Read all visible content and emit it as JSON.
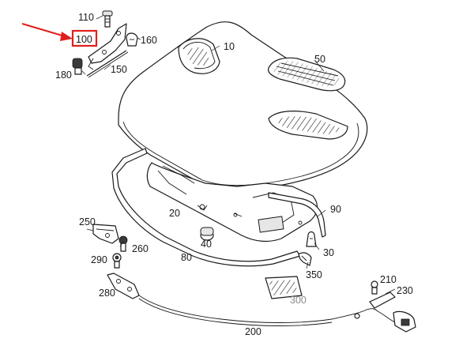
{
  "diagram": {
    "highlight_color": "#e0201c",
    "highlighted_callout": "100",
    "callouts": {
      "c110": "110",
      "c100": "100",
      "c160": "160",
      "c180": "180",
      "c150": "150",
      "c10": "10",
      "c50": "50",
      "c20": "20",
      "c90": "90",
      "c250": "250",
      "c260": "260",
      "c40": "40",
      "c30": "30",
      "c80": "80",
      "c290": "290",
      "c350": "350",
      "c280": "280",
      "c300": "300",
      "c210": "210",
      "c230": "230",
      "c200": "200"
    }
  }
}
